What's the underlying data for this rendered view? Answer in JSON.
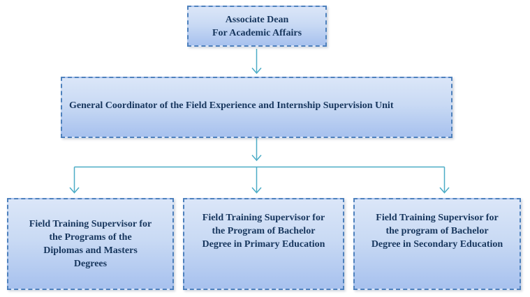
{
  "diagram": {
    "nodes": {
      "dean": {
        "label": "Associate Dean\nFor Academic Affairs"
      },
      "coordinator": {
        "label": "General Coordinator of the Field Experience and Internship Supervision Unit"
      },
      "supervisor_diplomas_masters": {
        "label": "Field Training Supervisor for\nthe Programs of the\nDiplomas and Masters\nDegrees"
      },
      "supervisor_primary": {
        "label": "Field Training Supervisor for\nthe Program of Bachelor\nDegree in Primary Education"
      },
      "supervisor_secondary": {
        "label": "Field Training Supervisor for\nthe program of Bachelor\nDegree in Secondary Education"
      }
    },
    "colors": {
      "box_fill_top": "#DBE6F8",
      "box_fill_mid": "#C9DAF4",
      "box_fill_bottom": "#A7C1EE",
      "box_border": "#4E81BD",
      "text": "#17365D",
      "connector": "#4BACC6"
    }
  }
}
